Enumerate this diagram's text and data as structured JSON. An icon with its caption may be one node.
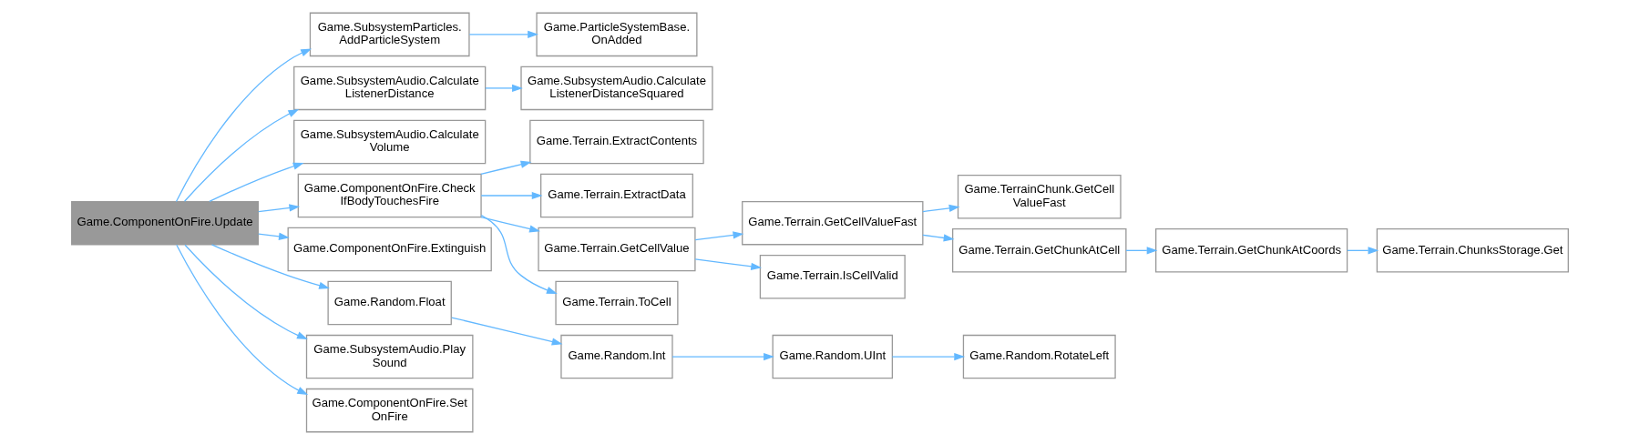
{
  "diagram": {
    "nodes": [
      {
        "text": [
          "Game.ComponentOnFire.Update"
        ]
      },
      {
        "text": [
          "Game.SubsystemParticles. AddParticleSystem"
        ]
      },
      {
        "text": [
          "Game.ParticleSystemBase. OnAdded"
        ]
      },
      {
        "text": [
          "Game.SubsystemAudio.Calculate ListenerDistance"
        ]
      },
      {
        "text": [
          "Game.SubsystemAudio.Calculate ListenerDistanceSquared"
        ]
      },
      {
        "text": [
          "Game.SubsystemAudio.Calculate Volume"
        ]
      },
      {
        "text": [
          "Game.ComponentOnFire.Check IfBodyTouchesFire"
        ]
      },
      {
        "text": [
          "Game.Terrain.ExtractContents"
        ]
      },
      {
        "text": [
          "Game.Terrain.ExtractData"
        ]
      },
      {
        "text": [
          "Game.Terrain.GetCellValue"
        ]
      },
      {
        "text": [
          "Game.Terrain.GetCellValueFast"
        ]
      },
      {
        "text": [
          "Game.TerrainChunk.GetCell ValueFast"
        ]
      },
      {
        "text": [
          "Game.Terrain.GetChunkAtCell"
        ]
      },
      {
        "text": [
          "Game.Terrain.GetChunkAtCoords"
        ]
      },
      {
        "text": [
          "Game.Terrain.ChunksStorage.Get"
        ]
      },
      {
        "text": [
          "Game.Terrain.IsCellValid"
        ]
      },
      {
        "text": [
          "Game.Terrain.ToCell"
        ]
      },
      {
        "text": [
          "Game.ComponentOnFire.Extinguish"
        ]
      },
      {
        "text": [
          "Game.Random.Float"
        ]
      },
      {
        "text": [
          "Game.Random.Int"
        ]
      },
      {
        "text": [
          "Game.Random.UInt"
        ]
      },
      {
        "text": [
          "Game.Random.RotateLeft"
        ]
      },
      {
        "text": [
          "Game.SubsystemAudio.Play Sound"
        ]
      },
      {
        "text": [
          "Game.ComponentOnFire.Set OnFire"
        ]
      }
    ],
    "edges": [
      {
        "from": 0,
        "to": 1,
        "arrow": "to"
      },
      {
        "from": 0,
        "to": 3,
        "arrow": "to"
      },
      {
        "from": 0,
        "to": 5,
        "arrow": "to"
      },
      {
        "from": 0,
        "to": 6,
        "arrow": "to"
      },
      {
        "from": 0,
        "to": 17,
        "arrow": "to"
      },
      {
        "from": 0,
        "to": 18,
        "arrow": "to"
      },
      {
        "from": 0,
        "to": 22,
        "arrow": "to"
      },
      {
        "from": 0,
        "to": 23,
        "arrow": "to"
      },
      {
        "from": 1,
        "to": 2,
        "arrow": "to"
      },
      {
        "from": 3,
        "to": 4,
        "arrow": "to"
      },
      {
        "from": 6,
        "to": 7,
        "arrow": "to"
      },
      {
        "from": 6,
        "to": 8,
        "arrow": "to"
      },
      {
        "from": 6,
        "to": 9,
        "arrow": "to"
      },
      {
        "from": 6,
        "to": 16,
        "arrow": "to"
      },
      {
        "from": 9,
        "to": 10,
        "arrow": "to"
      },
      {
        "from": 9,
        "to": 15,
        "arrow": "to"
      },
      {
        "from": 10,
        "to": 11,
        "arrow": "to"
      },
      {
        "from": 10,
        "to": 12,
        "arrow": "to"
      },
      {
        "from": 12,
        "to": 13,
        "arrow": "to"
      },
      {
        "from": 13,
        "to": 14,
        "arrow": "to"
      },
      {
        "from": 18,
        "to": 19,
        "arrow": "to"
      },
      {
        "from": 19,
        "to": 20,
        "arrow": "to"
      },
      {
        "from": 20,
        "to": 21,
        "arrow": "to"
      }
    ]
  }
}
